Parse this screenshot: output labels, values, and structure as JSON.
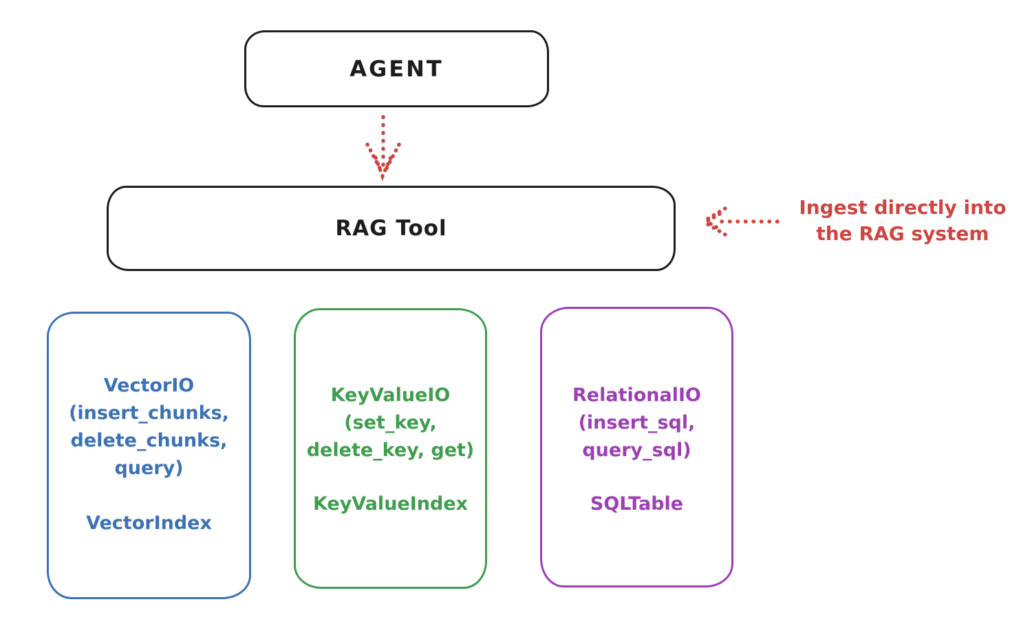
{
  "diagram": {
    "background_color": "#ffffff",
    "agent": {
      "label": "AGENT",
      "stroke_color": "#1c1c1c"
    },
    "rag_tool": {
      "label": "RAG Tool",
      "stroke_color": "#1c1c1c"
    },
    "agent_to_rag_arrow": {
      "style": "dotted",
      "direction": "down",
      "color": "#cf4540"
    },
    "annotation": {
      "line1": "Ingest directly into",
      "line2": "the RAG system",
      "color": "#cf4540",
      "arrow_style": "dotted",
      "arrow_direction": "left-toward-rag-tool"
    },
    "backends": [
      {
        "title": "VectorIO",
        "params": [
          "(insert_chunks,",
          "delete_chunks,",
          "query)"
        ],
        "index_label": "VectorIndex",
        "color": "#3b72b6"
      },
      {
        "title": "KeyValueIO",
        "params": [
          "(set_key,",
          "delete_key, get)"
        ],
        "index_label": "KeyValueIndex",
        "color": "#3f9e4e"
      },
      {
        "title": "RelationalIO",
        "params": [
          "(insert_sql,",
          "query_sql)"
        ],
        "index_label": "SQLTable",
        "color": "#9c3fb5"
      }
    ]
  }
}
